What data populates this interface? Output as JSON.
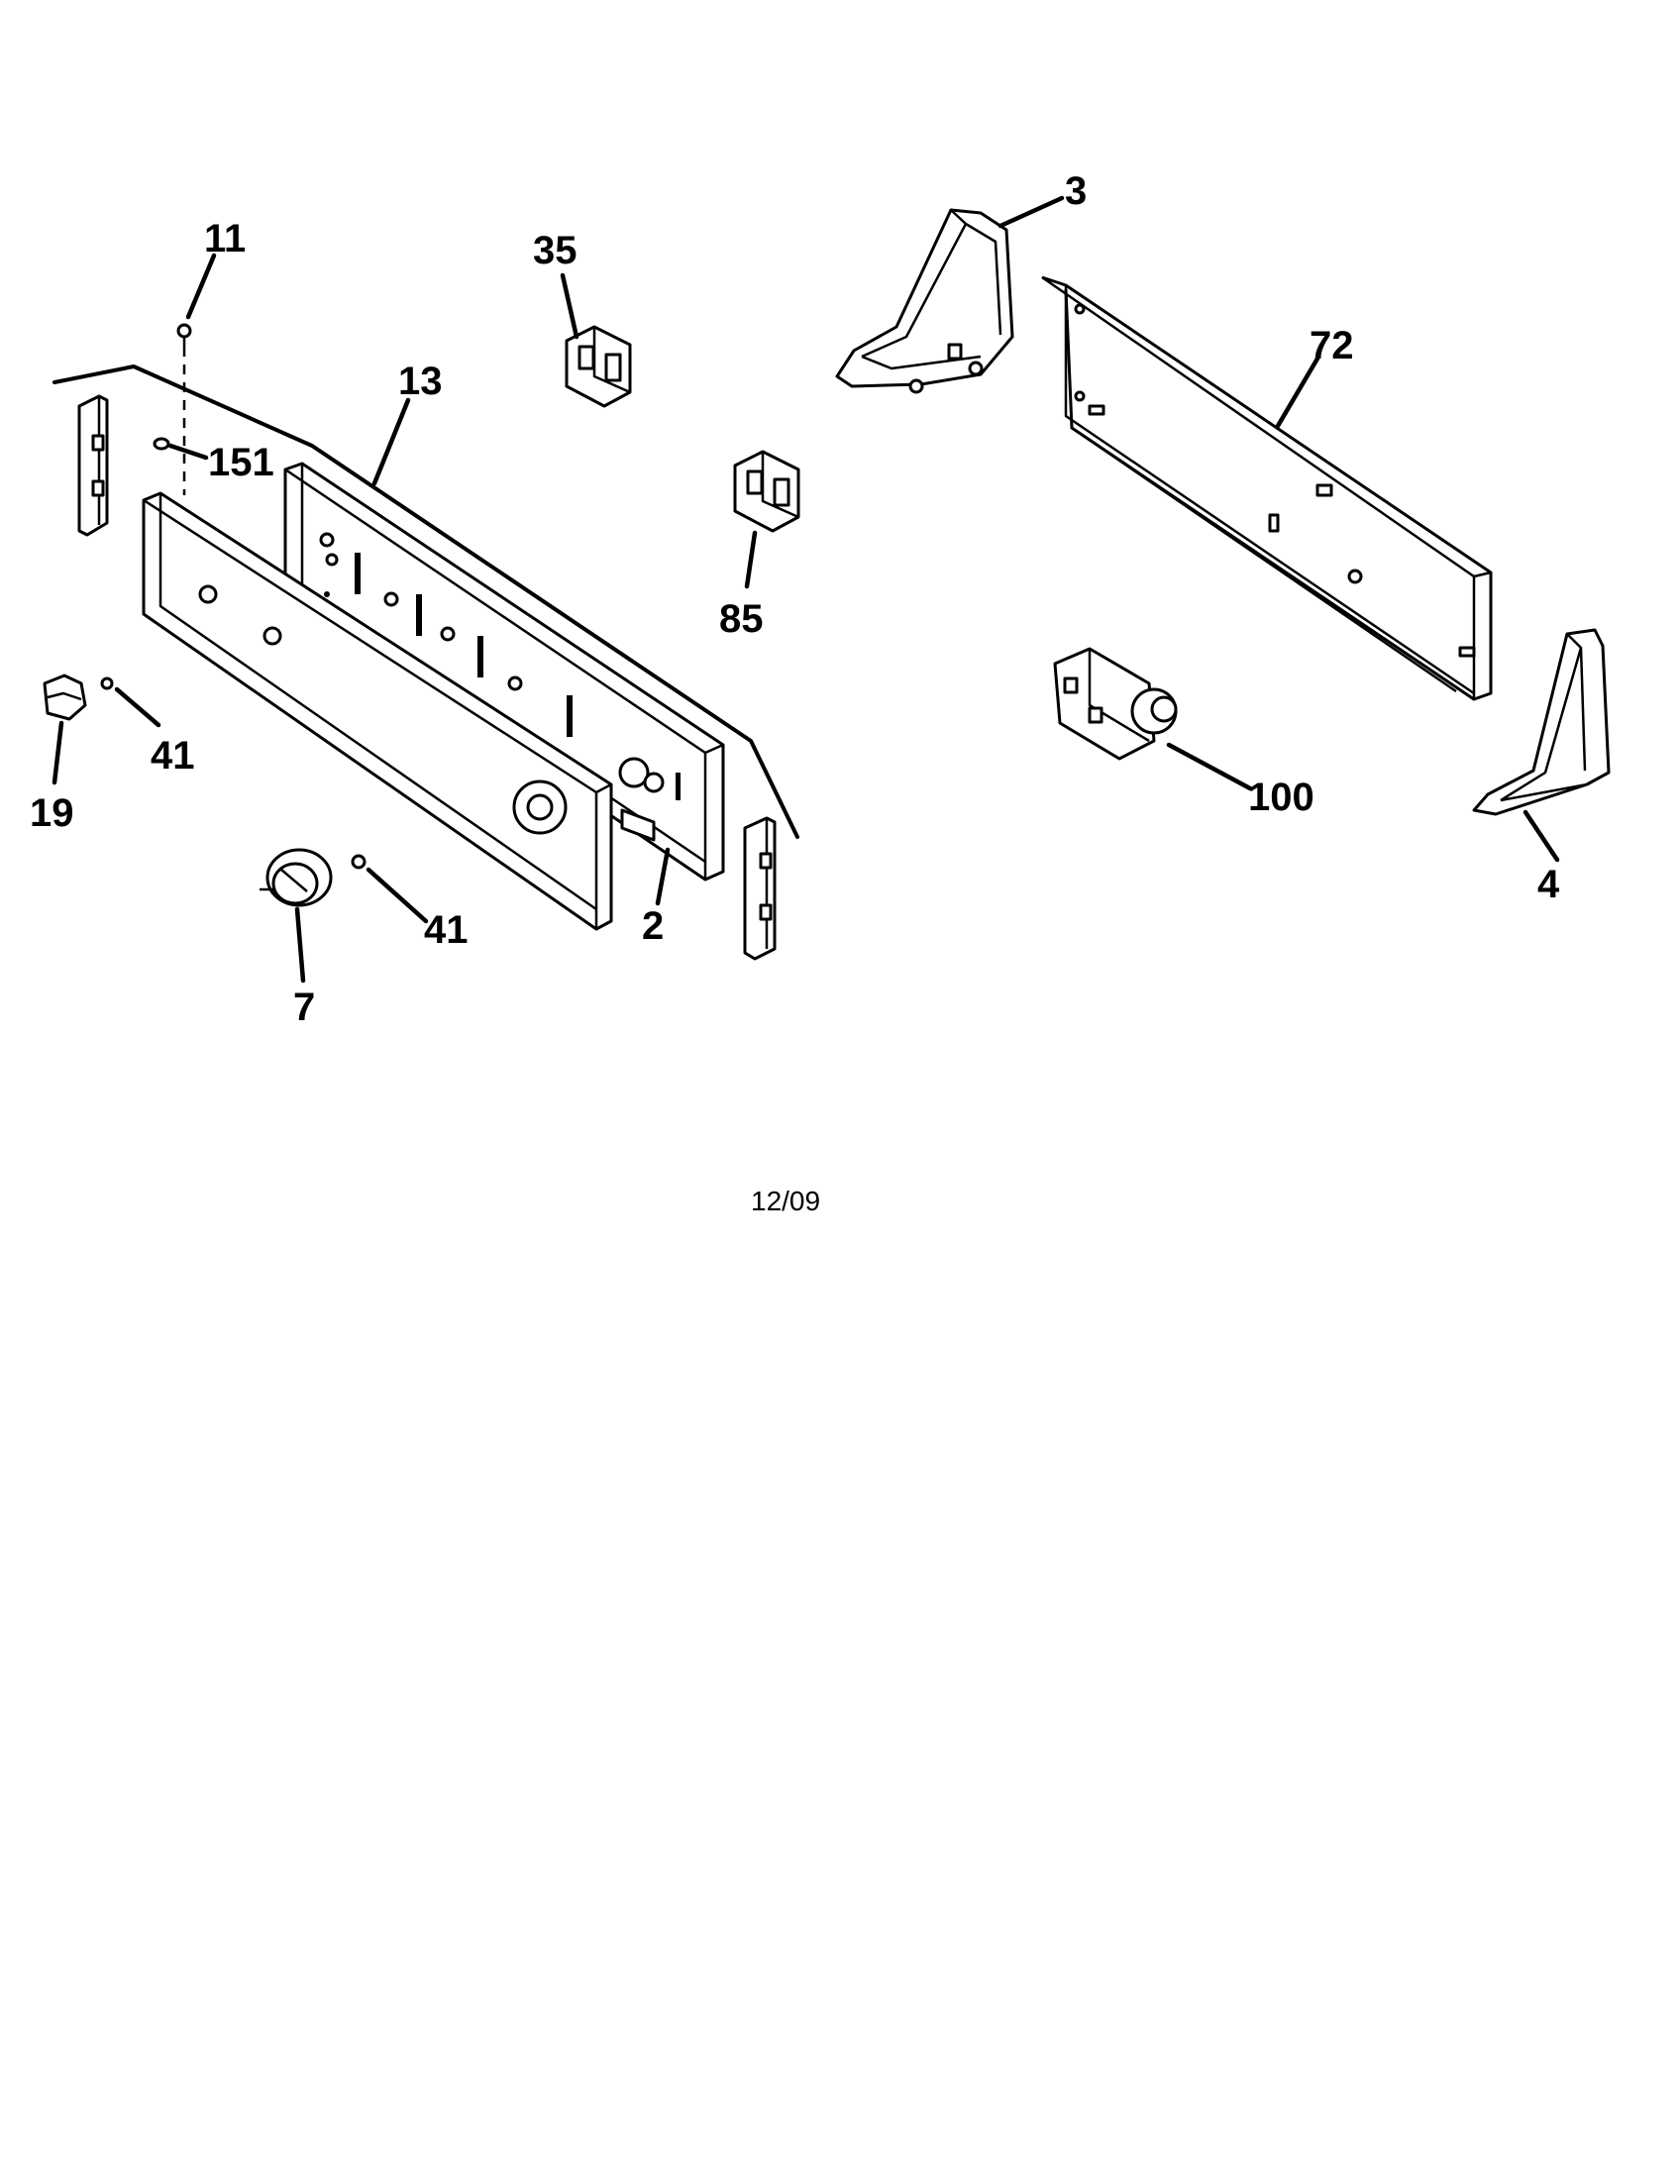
{
  "callouts": {
    "c11": "11",
    "c35": "35",
    "c3": "3",
    "c72": "72",
    "c13": "13",
    "c151": "151",
    "c85": "85",
    "c41a": "41",
    "c19": "19",
    "c100": "100",
    "c4": "4",
    "c2": "2",
    "c41b": "41",
    "c7": "7"
  },
  "footer": {
    "date": "12/09"
  }
}
